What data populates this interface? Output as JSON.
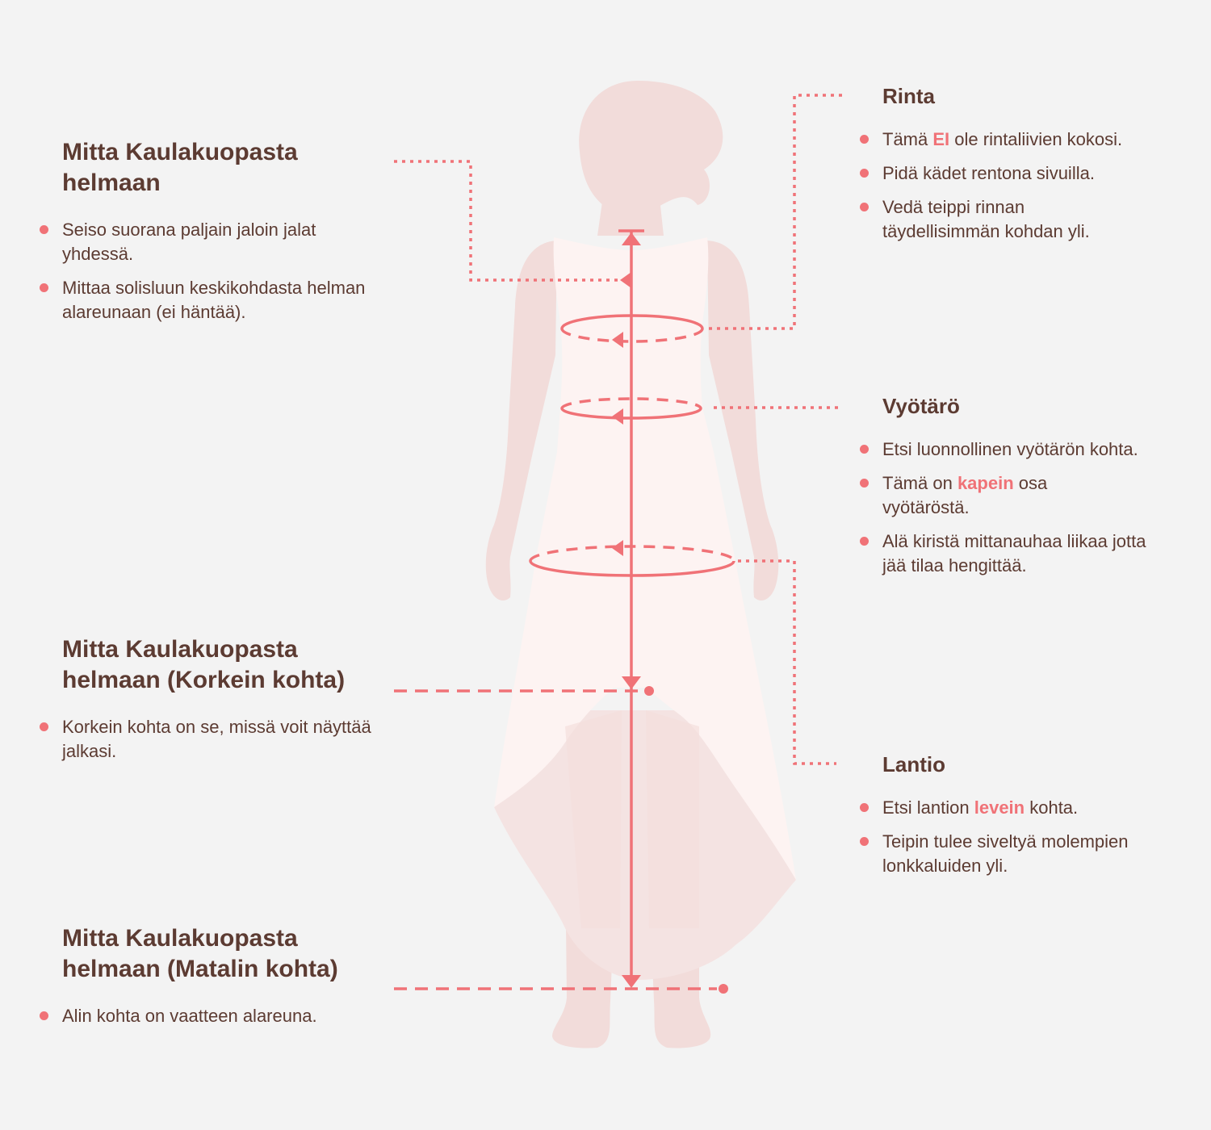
{
  "colors": {
    "background": "#f3f3f3",
    "heading": "#5c3b32",
    "accent": "#f07277",
    "silhouette": "#f2dcda",
    "dress": "#fdf3f2"
  },
  "left": {
    "neck_to_hem": {
      "title_line1": "Mitta Kaulakuopasta",
      "title_line2": "helmaan",
      "bullets": [
        "Seiso suorana paljain jaloin jalat yhdessä.",
        "Mittaa solisluun keskikohdasta helman alareunaan (ei häntää)."
      ]
    },
    "neck_to_hem_highest": {
      "title_line1": "Mitta Kaulakuopasta",
      "title_line2": "helmaan (Korkein kohta)",
      "bullets": [
        "Korkein kohta on se, missä voit näyttää jalkasi."
      ]
    },
    "neck_to_hem_lowest": {
      "title_line1": "Mitta Kaulakuopasta",
      "title_line2": "helmaan (Matalin kohta)",
      "bullets": [
        "Alin kohta on vaatteen alareuna."
      ]
    }
  },
  "right": {
    "bust": {
      "title": "Rinta",
      "b1_pre": "Tämä ",
      "b1_hl": "EI",
      "b1_post": " ole rintaliivien kokosi.",
      "b2": "Pidä kädet rentona sivuilla.",
      "b3": "Vedä teippi rinnan täydellisimmän kohdan yli."
    },
    "waist": {
      "title": "Vyötärö",
      "b1": "Etsi luonnollinen vyötärön kohta.",
      "b2_pre": "Tämä on ",
      "b2_hl": "kapein",
      "b2_post": " osa vyötäröstä.",
      "b3": "Alä kiristä mittanauhaa liikaa jotta jää tilaa hengittää."
    },
    "hips": {
      "title": "Lantio",
      "b1_pre": "Etsi lantion ",
      "b1_hl": "levein",
      "b1_post": " kohta.",
      "b2": "Teipin tulee siveltyä molempien lonkkaluiden yli."
    }
  }
}
